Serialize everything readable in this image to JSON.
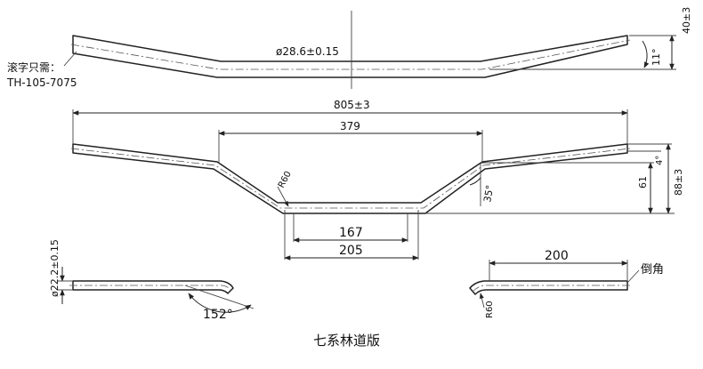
{
  "labels": {
    "knurl_note_line1": "滚字只需：",
    "knurl_note_line2": "TH-105-7075",
    "tube_diameter": "ø28.6±0.15",
    "top_height": "40±3",
    "top_angle": "11°",
    "overall_width": "805±3",
    "bend_width": "379",
    "rise": "88±3",
    "rise_inner": "61",
    "end_angle": "4°",
    "bend_angle": "35°",
    "bend_radius": "R60",
    "center_width_inner": "167",
    "center_width_outer": "205",
    "end_diameter": "ø22.2±0.15",
    "sweep_angle": "152°",
    "end_length": "200",
    "chamfer": "倒角",
    "end_radius": "R60",
    "caption": "七系林道版"
  }
}
